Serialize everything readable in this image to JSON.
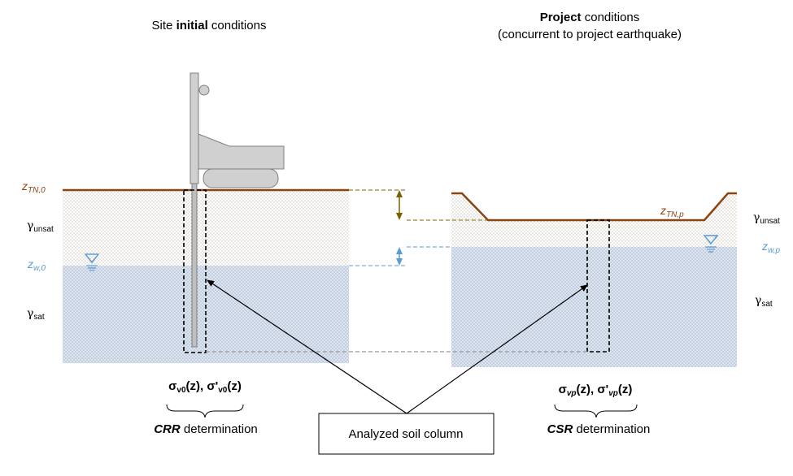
{
  "left": {
    "title_pre": "Site ",
    "title_bold": "initial",
    "title_post": " conditions",
    "z_tn": "z",
    "z_tn_sub": "TN,0",
    "z_w": "z",
    "z_w_sub": "w,0",
    "gamma_unsat": "γ",
    "gamma_unsat_sub": "unsat",
    "gamma_sat": "γ",
    "gamma_sat_sub": "sat",
    "stress_a": "σ",
    "stress_a_sub": "v0",
    "stress_b": "(z), σ'",
    "stress_b_sub": "v0",
    "stress_c": "(z)",
    "det_bold": "CRR",
    "det_rest": " determination"
  },
  "right": {
    "title_bold": "Project",
    "title_rest": " conditions",
    "subtitle": "(concurrent to project earthquake)",
    "z_tn": "z",
    "z_tn_sub": "TN,p",
    "z_w": "z",
    "z_w_sub": "w,p",
    "gamma_unsat": "γ",
    "gamma_unsat_sub": "unsat",
    "gamma_sat": "γ",
    "gamma_sat_sub": "sat",
    "stress_a": "σ",
    "stress_a_sub": "vp",
    "stress_b": "(z), σ'",
    "stress_b_sub": "vp",
    "stress_c": "(z)",
    "det_bold": "CSR",
    "det_rest": " determination"
  },
  "callout": {
    "label": "Analyzed soil column"
  },
  "colors": {
    "ground_line": "#8b4513",
    "water": "#5b9bd5",
    "water_fill": "#dce6f2",
    "olive_arrow": "#7f6000",
    "rig": "#d0d0d0",
    "rig_stroke": "#7f7f7f"
  },
  "icons": [
    "drilling-rig-icon",
    "water-table-icon"
  ]
}
